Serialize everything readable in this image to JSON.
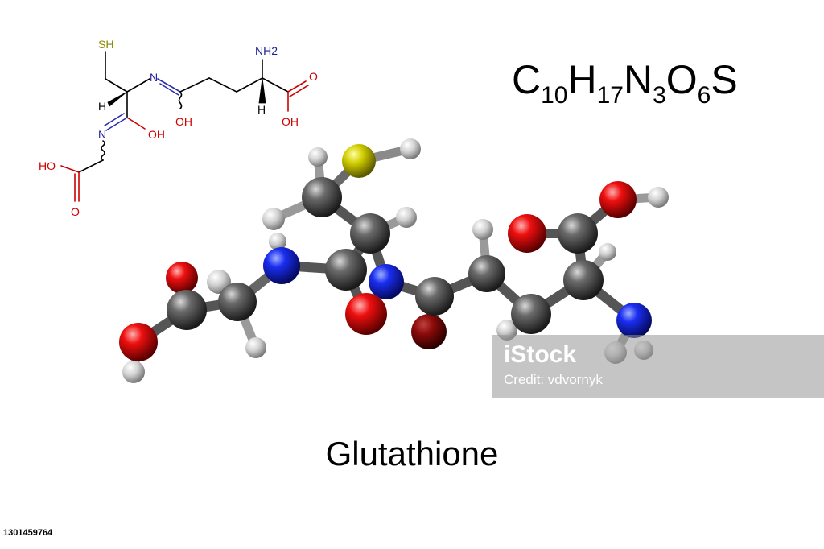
{
  "skeletal": {
    "sh": "SH",
    "nh2": "NH2",
    "h_left": "H",
    "h_right": "H",
    "n_top": "N",
    "n_left": "N",
    "oh_middle": "OH",
    "oh_amide": "OH",
    "oh_acid_right": "OH",
    "o_acid_right": "O",
    "ho_acid_left": "HO",
    "o_acid_left": "O"
  },
  "formula": {
    "c": "C",
    "c_n": "10",
    "h": "H",
    "h_n": "17",
    "n": "N",
    "n_n": "3",
    "o": "O",
    "o_n": "6",
    "s": "S"
  },
  "compound_name": "Glutathione",
  "watermark": {
    "brand": "iStock",
    "credit": "Credit: vdvornyk"
  },
  "stock_id": "1301459764",
  "colors": {
    "carbon": "#555555",
    "hydrogen": "#dcdcdc",
    "nitrogen": "#1133ee",
    "oxygen": "#ee1111",
    "sulfur": "#c8c400",
    "bond_dark": "#333333"
  }
}
